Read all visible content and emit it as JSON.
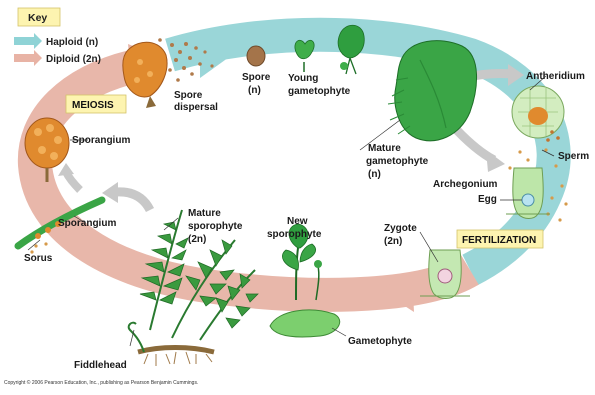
{
  "key": {
    "title": "Key",
    "haploid": "Haploid (n)",
    "diploid": "Diploid (2n)",
    "haploid_color": "#8fd3d6",
    "diploid_color": "#e8b3a5"
  },
  "phases": {
    "meiosis": "MEIOSIS",
    "fertilization": "FERTILIZATION"
  },
  "labels": {
    "spore_dispersal_1": "Spore",
    "spore_dispersal_2": "dispersal",
    "spore_1": "Spore",
    "spore_2": "(n)",
    "young_gametophyte_1": "Young",
    "young_gametophyte_2": "gametophyte",
    "antheridium": "Antheridium",
    "sporangium_top": "Sporangium",
    "mature_gametophyte_1": "Mature",
    "mature_gametophyte_2": "gametophyte",
    "mature_gametophyte_3": "(n)",
    "sperm": "Sperm",
    "archegonium": "Archegonium",
    "egg": "Egg",
    "mature_sporophyte_1": "Mature",
    "mature_sporophyte_2": "sporophyte",
    "mature_sporophyte_3": "(2n)",
    "new_sporophyte_1": "New",
    "new_sporophyte_2": "sporophyte",
    "zygote_1": "Zygote",
    "zygote_2": "(2n)",
    "sporangium_left": "Sporangium",
    "sorus": "Sorus",
    "gametophyte": "Gametophyte",
    "fiddlehead": "Fiddlehead"
  },
  "copyright": "Copyright © 2006 Pearson Education, Inc., publishing as Pearson Benjamin Cummings."
}
